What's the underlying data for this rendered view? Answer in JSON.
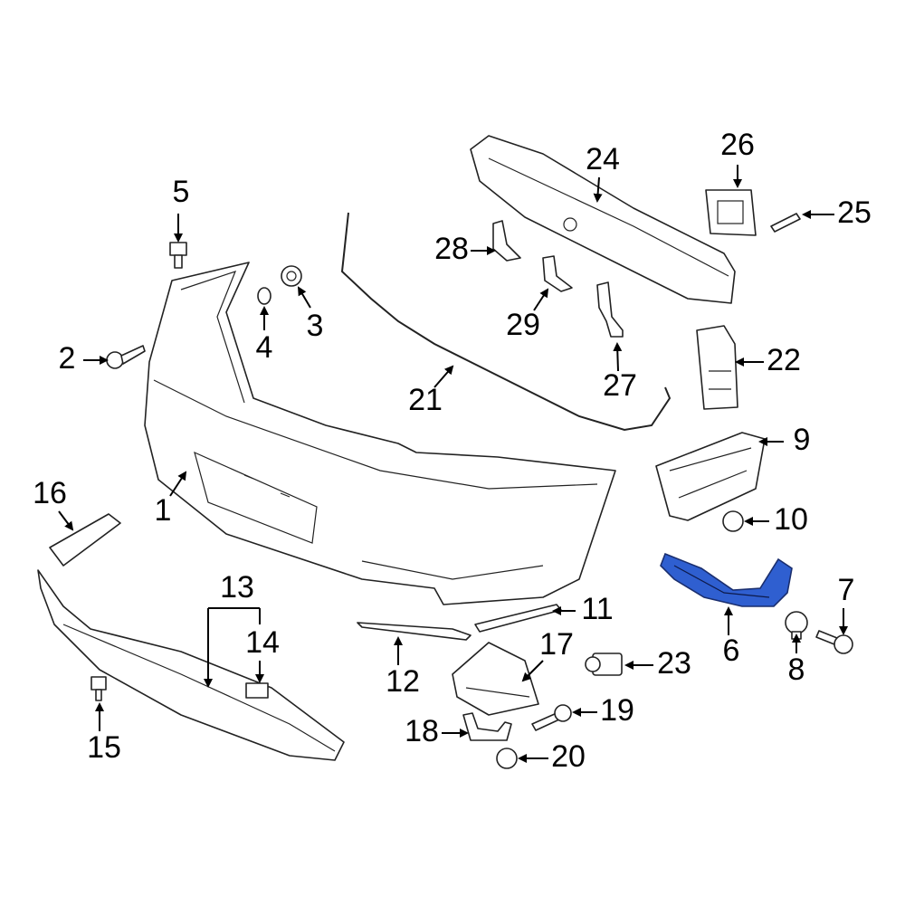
{
  "diagram": {
    "highlight_color": "#2f5fd0",
    "highlighted_part": "6",
    "callouts": [
      "1",
      "2",
      "3",
      "4",
      "5",
      "6",
      "7",
      "8",
      "9",
      "10",
      "11",
      "12",
      "13",
      "14",
      "15",
      "16",
      "17",
      "18",
      "19",
      "20",
      "21",
      "22",
      "23",
      "24",
      "25",
      "26",
      "27",
      "28",
      "29"
    ]
  }
}
